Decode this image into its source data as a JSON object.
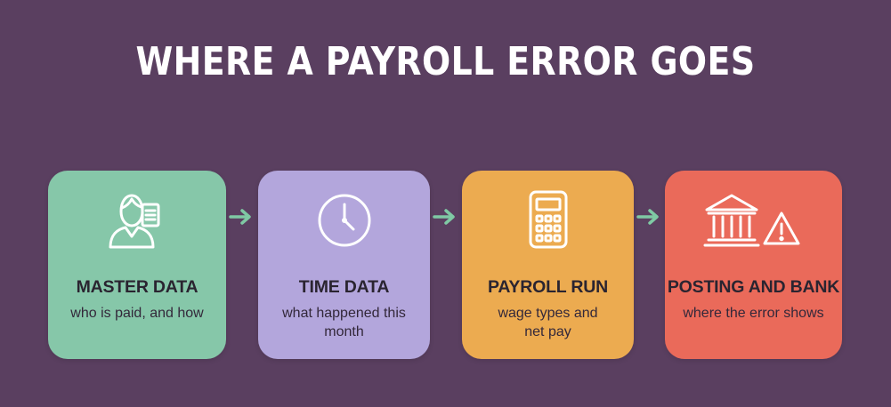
{
  "title": "WHERE A PAYROLL ERROR GOES",
  "colors": {
    "background": "#5a3f60",
    "arrow": "#7fc9a4",
    "master_data": "#86c7a9",
    "time_data": "#b3a6dc",
    "payroll_run": "#ecab50",
    "posting_and_bank": "#ea6a5a"
  },
  "steps": [
    {
      "title": "MASTER DATA",
      "subtitle": "who is paid, and how",
      "icon": "person-with-document-icon"
    },
    {
      "title": "TIME DATA",
      "subtitle": "what happened this month",
      "icon": "clock-icon"
    },
    {
      "title": "PAYROLL RUN",
      "subtitle": "wage types and net pay",
      "icon": "calculator-icon"
    },
    {
      "title": "POSTING AND BANK",
      "subtitle": "where the error shows",
      "icon": "bank-icon",
      "secondary_icon": "warning-icon"
    }
  ]
}
